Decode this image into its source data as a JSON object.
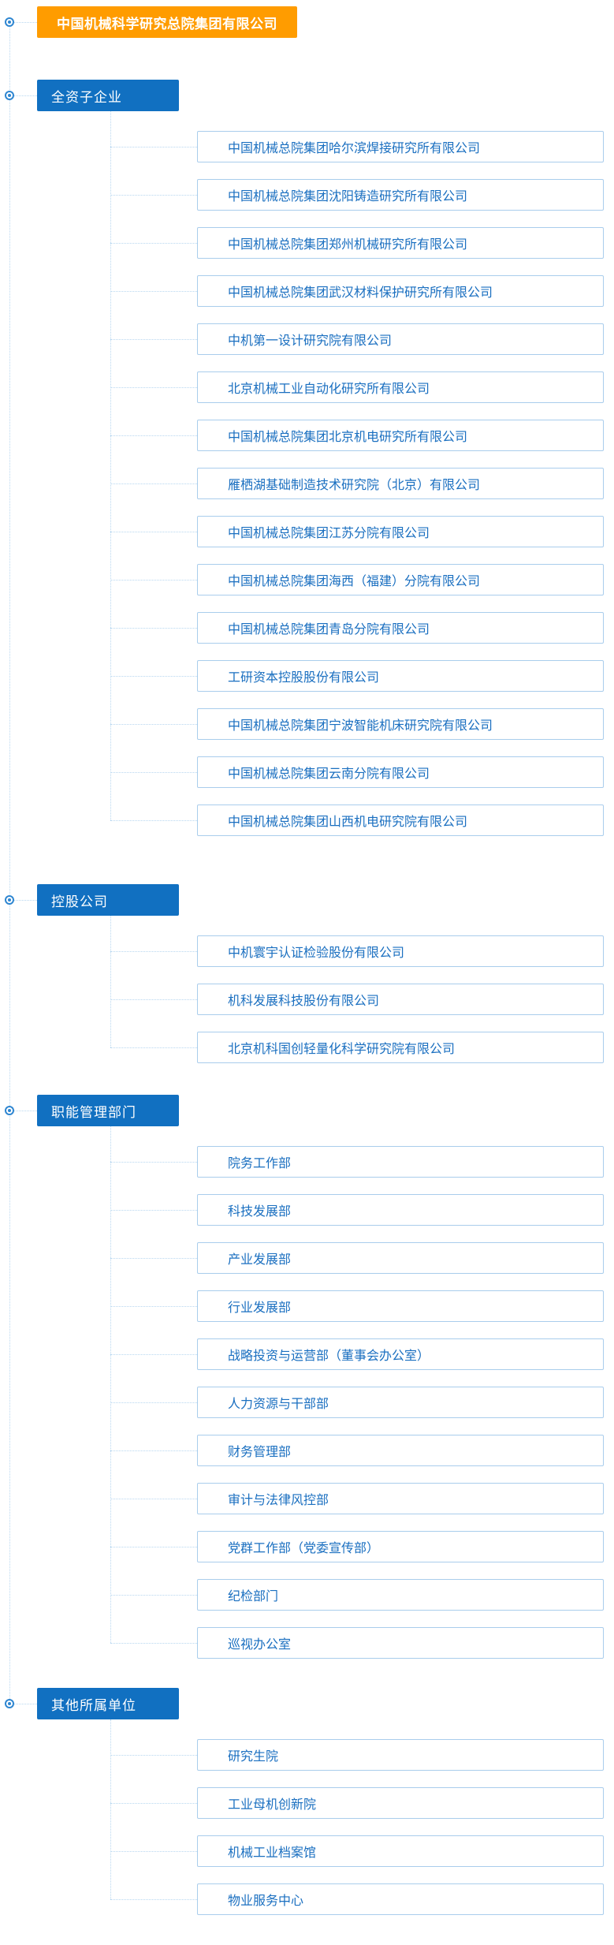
{
  "colors": {
    "root-bg": "#ff9c00",
    "category-bg": "#1170c1",
    "item-border": "#a9cdec",
    "item-text": "#1a6fc0",
    "connector": "#b8d7f0",
    "bullet": "#2e86d1"
  },
  "root": {
    "label": "中国机械科学研究总院集团有限公司"
  },
  "sections": [
    {
      "label": "全资子企业",
      "items": [
        "中国机械总院集团哈尔滨焊接研究所有限公司",
        "中国机械总院集团沈阳铸造研究所有限公司",
        "中国机械总院集团郑州机械研究所有限公司",
        "中国机械总院集团武汉材料保护研究所有限公司",
        "中机第一设计研究院有限公司",
        "北京机械工业自动化研究所有限公司",
        "中国机械总院集团北京机电研究所有限公司",
        "雁栖湖基础制造技术研究院（北京）有限公司",
        "中国机械总院集团江苏分院有限公司",
        "中国机械总院集团海西（福建）分院有限公司",
        "中国机械总院集团青岛分院有限公司",
        "工研资本控股股份有限公司",
        "中国机械总院集团宁波智能机床研究院有限公司",
        "中国机械总院集团云南分院有限公司",
        "中国机械总院集团山西机电研究院有限公司"
      ]
    },
    {
      "label": "控股公司",
      "items": [
        "中机寰宇认证检验股份有限公司",
        "机科发展科技股份有限公司",
        "北京机科国创轻量化科学研究院有限公司"
      ]
    },
    {
      "label": "职能管理部门",
      "items": [
        "院务工作部",
        "科技发展部",
        "产业发展部",
        "行业发展部",
        "战略投资与运营部（董事会办公室）",
        "人力资源与干部部",
        "财务管理部",
        "审计与法律风控部",
        "党群工作部（党委宣传部）",
        "纪检部门",
        "巡视办公室"
      ]
    },
    {
      "label": "其他所属单位",
      "items": [
        "研究生院",
        "工业母机创新院",
        "机械工业档案馆",
        "物业服务中心"
      ]
    }
  ]
}
